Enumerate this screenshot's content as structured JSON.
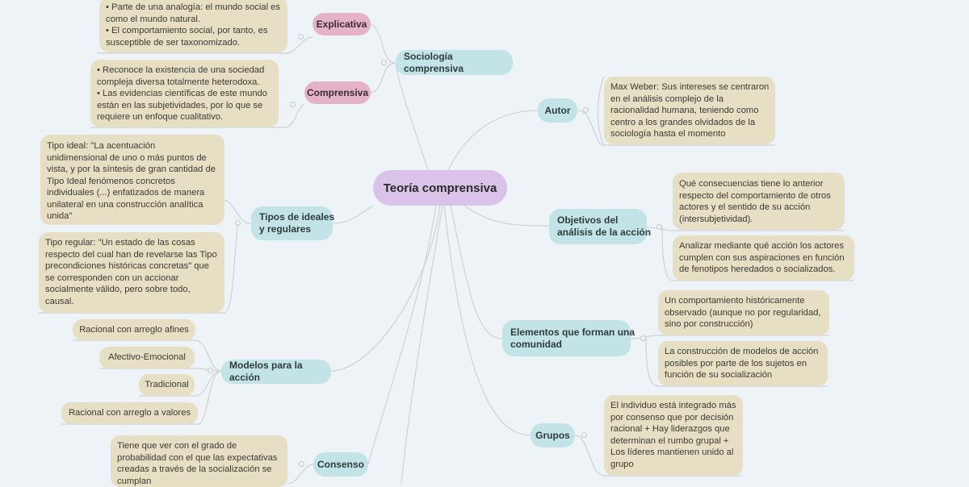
{
  "map": {
    "central": "Teoría comprensiva",
    "sociologia": {
      "label": "Sociología comprensiva",
      "explicativa": {
        "label": "Explicativa",
        "note": [
          "• Parte de una analogía: el mundo social es",
          "como el mundo natural.",
          "• El comportamiento social, por tanto, es",
          "susceptible de ser taxonomizado."
        ]
      },
      "comprensiva": {
        "label": "Comprensiva",
        "note": [
          "• Reconoce la existencia de una sociedad",
          "compleja diversa totalmente heterodoxa.",
          "• Las evidencias científicas de este mundo",
          "están en las subjetividades, por lo que se",
          "requiere un enfoque cualitativo."
        ]
      }
    },
    "tipos": {
      "label": [
        "Tipos de ideales",
        "y regulares"
      ],
      "ideal": [
        "Tipo ideal: \"La acentuación",
        "unidimensional de uno o más puntos de",
        "vista, y por la síntesis de gran cantidad de",
        "Tipo Ideal fenómenos concretos",
        "individuales (...) enfatizados de manera",
        "unilateral en una construcción analítica",
        "unida\""
      ],
      "regular": [
        "Tipo regular: \"Un estado de las cosas",
        "respecto del cual han de revelarse las Tipo",
        "precondiciones  históricas concretas\" que",
        "se corresponden con un accionar",
        "socialmente válido, pero sobre todo,",
        "causal."
      ]
    },
    "modelos": {
      "label": "Modelos para la acción",
      "items": [
        "Racional con arreglo afines",
        "Afectivo-Emocional",
        "Tradicional",
        "Racional con arreglo a valores"
      ]
    },
    "consenso": {
      "label": "Consenso",
      "note": [
        "Tiene que ver con el grado de",
        "probabilidad con el que las expectativas",
        "creadas a través de la socialización se",
        "cumplan"
      ]
    },
    "autor": {
      "label": "Autor",
      "note": [
        "Max Weber: Sus intereses se centraron",
        "en el análisis complejo de la",
        "racionalidad humana, teniendo como",
        "centro a los grandes olvidados de la",
        "sociología hasta  el momento"
      ]
    },
    "objetivos": {
      "label": [
        "Objetivos del",
        "análisis de la acción"
      ],
      "note1": [
        "Qué consecuencias tiene lo anterior",
        "respecto del comportamiento de otros",
        "actores y el sentido de su acción",
        "(intersubjetividad)."
      ],
      "note2": [
        "Analizar mediante qué acción los actores",
        "cumplen con sus aspiraciones en función",
        "de fenotipos heredados o socializados."
      ]
    },
    "elementos": {
      "label": [
        "Elementos que forman una",
        "comunidad"
      ],
      "note1": [
        "Un comportamiento históricamente",
        "observado (aunque no por regularidad,",
        "sino por construcción)"
      ],
      "note2": [
        "La construcción de modelos de acción",
        "posibles por parte de los sujetos en",
        "función de su socialización"
      ]
    },
    "grupos": {
      "label": "Grupos",
      "note": [
        "El individuo está integrado más",
        "por consenso que por decisión",
        "racional + Hay liderazgos que",
        "determinan el rumbo grupal +",
        "Los líderes mantienen unido al",
        "grupo"
      ]
    }
  },
  "colors": {
    "background": "#eef3f7",
    "central": "#d9c3e8",
    "branch": "#c3e4e6",
    "subtopic": "#e4b2c9",
    "note": "#e6dfc4",
    "connector": "#cdd2d6"
  }
}
